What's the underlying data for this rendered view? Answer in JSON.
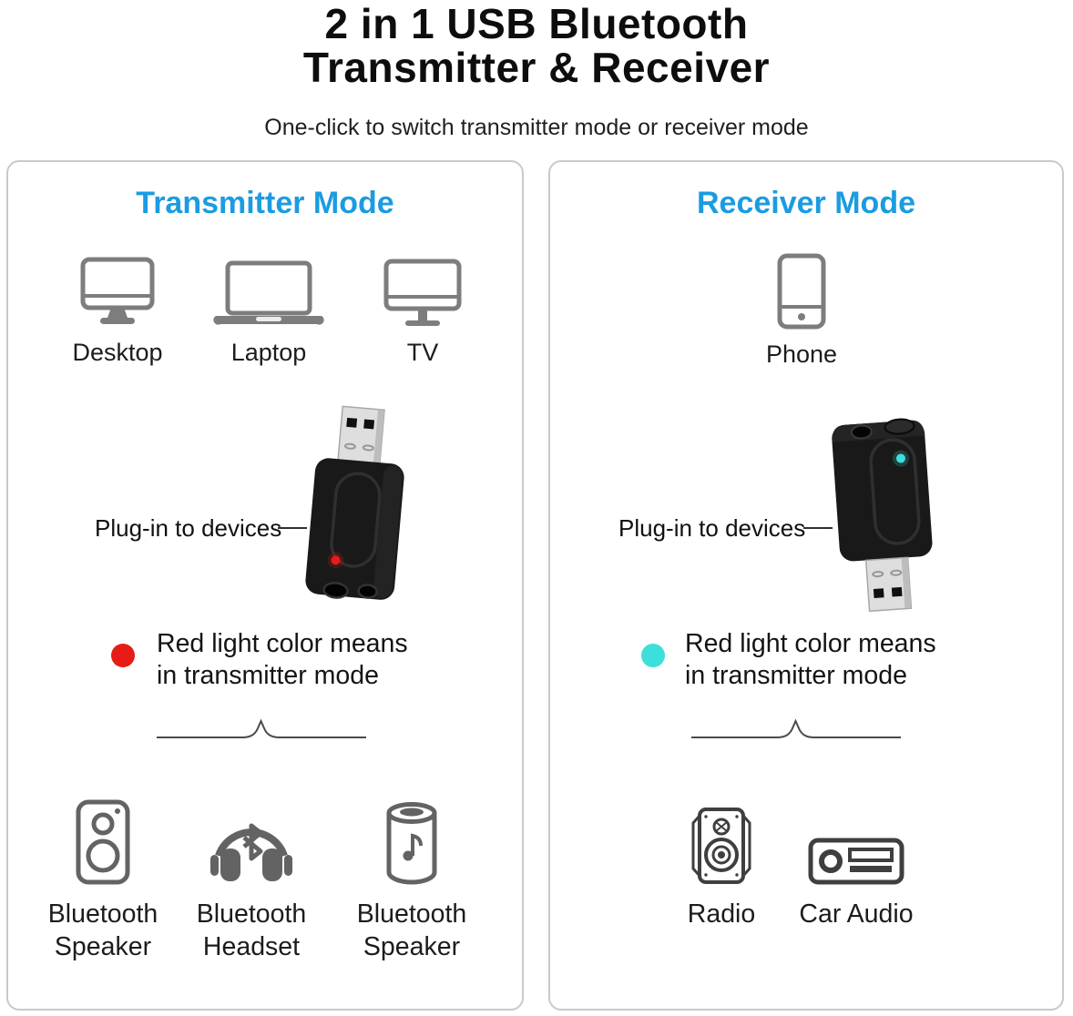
{
  "header": {
    "title_line1": "2 in 1 USB Bluetooth",
    "title_line2": "Transmitter & Receiver",
    "subtitle": "One-click to switch transmitter mode or receiver mode"
  },
  "colors": {
    "heading_blue": "#1b9ce1",
    "led_red": "#e81c16",
    "led_cyan": "#3ddfdd",
    "icon_gray": "#7d7d7d",
    "icon_dark_gray": "#3f3f3f",
    "panel_border": "#c9c9c9"
  },
  "transmitter_panel": {
    "heading": "Transmitter Mode",
    "source_devices": [
      {
        "icon": "desktop-icon",
        "label": "Desktop"
      },
      {
        "icon": "laptop-icon",
        "label": "Laptop"
      },
      {
        "icon": "tv-icon",
        "label": "TV"
      }
    ],
    "plug_label": "Plug-in to devices",
    "led_dot_color": "#e81c16",
    "led_note_line1": "Red light color means",
    "led_note_line2": "in transmitter mode",
    "target_devices": [
      {
        "icon": "bluetooth-box-speaker-icon",
        "label_line1": "Bluetooth",
        "label_line2": "Speaker"
      },
      {
        "icon": "bluetooth-headset-icon",
        "label_line1": "Bluetooth",
        "label_line2": "Headset"
      },
      {
        "icon": "bluetooth-cylinder-speaker-icon",
        "label_line1": "Bluetooth",
        "label_line2": "Speaker"
      }
    ]
  },
  "receiver_panel": {
    "heading": "Receiver Mode",
    "source_devices": [
      {
        "icon": "phone-icon",
        "label": "Phone"
      }
    ],
    "plug_label": "Plug-in to devices",
    "led_dot_color": "#3ddfdd",
    "led_note_line1": "Red light color means",
    "led_note_line2": "in transmitter mode",
    "target_devices": [
      {
        "icon": "radio-speaker-icon",
        "label": "Radio"
      },
      {
        "icon": "car-audio-icon",
        "label": "Car Audio"
      }
    ]
  }
}
